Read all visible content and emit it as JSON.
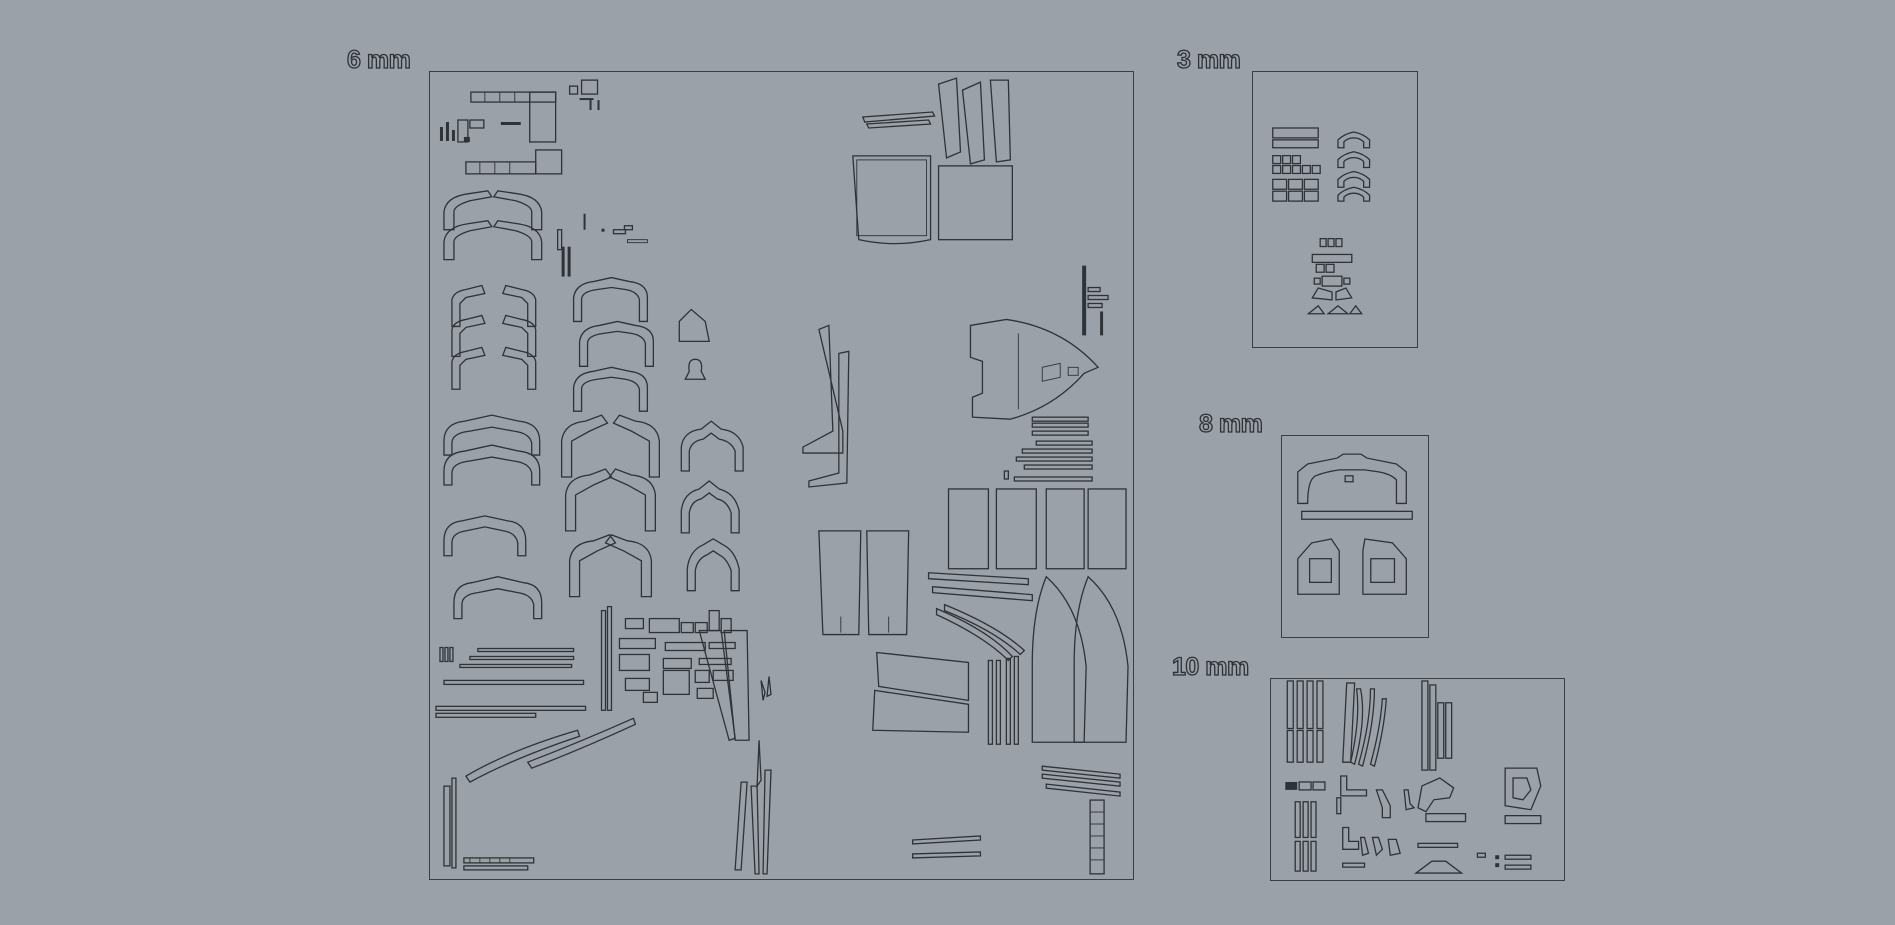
{
  "sheets": [
    {
      "id": "sheet-6mm",
      "label": "6 mm"
    },
    {
      "id": "sheet-3mm",
      "label": "3 mm"
    },
    {
      "id": "sheet-8mm",
      "label": "8 mm"
    },
    {
      "id": "sheet-10mm",
      "label": "10 mm"
    }
  ],
  "colors": {
    "background": "#9ba1a9",
    "outline": "#2f3236"
  }
}
